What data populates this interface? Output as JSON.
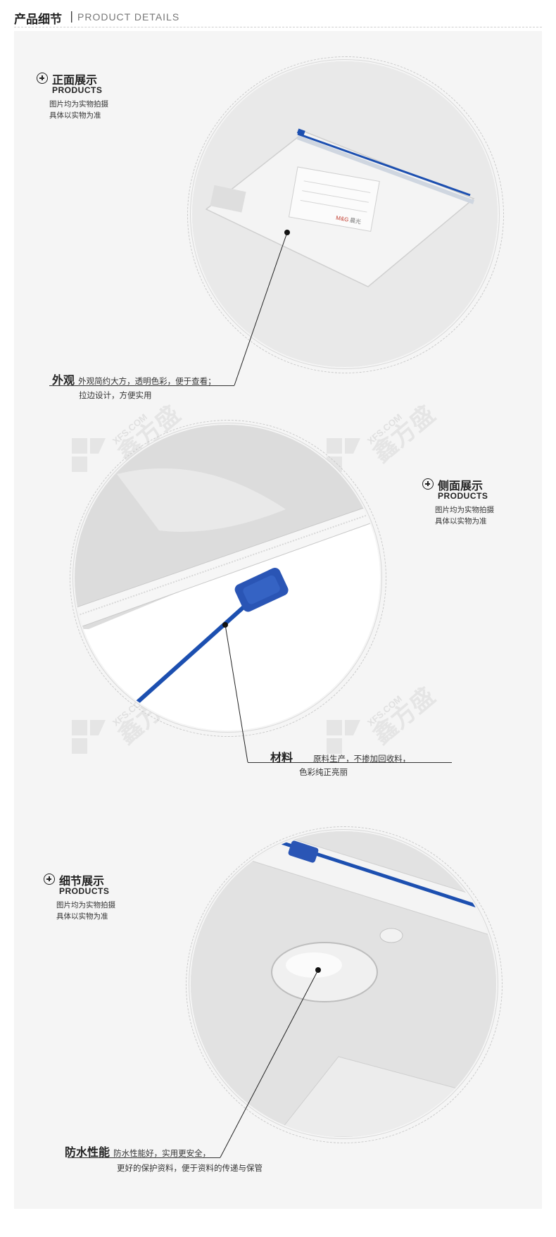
{
  "header": {
    "title_cn": "产品细节",
    "separator": "|",
    "title_en": "PRODUCT DETAILS"
  },
  "sections": [
    {
      "title": "正面展示",
      "subtitle": "PRODUCTS",
      "desc1": "图片均为实物拍摄",
      "desc2": "具体以实物为准"
    },
    {
      "title": "侧面展示",
      "subtitle": "PRODUCTS",
      "desc1": "图片均为实物拍摄",
      "desc2": "具体以实物为准"
    },
    {
      "title": "细节展示",
      "subtitle": "PRODUCTS",
      "desc1": "图片均为实物拍摄",
      "desc2": "具体以实物为准"
    }
  ],
  "callouts": [
    {
      "key": "外观",
      "line1": "外观简约大方，透明色彩，便于查看；",
      "line2": "拉边设计，方便实用"
    },
    {
      "key": "材料",
      "line1": "原料生产，不掺加回收料，",
      "line2": "色彩纯正亮丽"
    },
    {
      "key": "防水性能",
      "line1": "防水性能好，实用更安全，",
      "line2": "更好的保护资料，便于资料的传递与保管"
    }
  ],
  "product_label": {
    "brand": "M&G",
    "brand_cn": "晨光"
  },
  "watermark": {
    "text": "XFS.COM",
    "text_cn": "鑫方盛"
  },
  "colors": {
    "zipper_blue": "#1c4fb0",
    "panel_bg": "#f5f5f5",
    "circle_bg": "#e8e8e8"
  }
}
